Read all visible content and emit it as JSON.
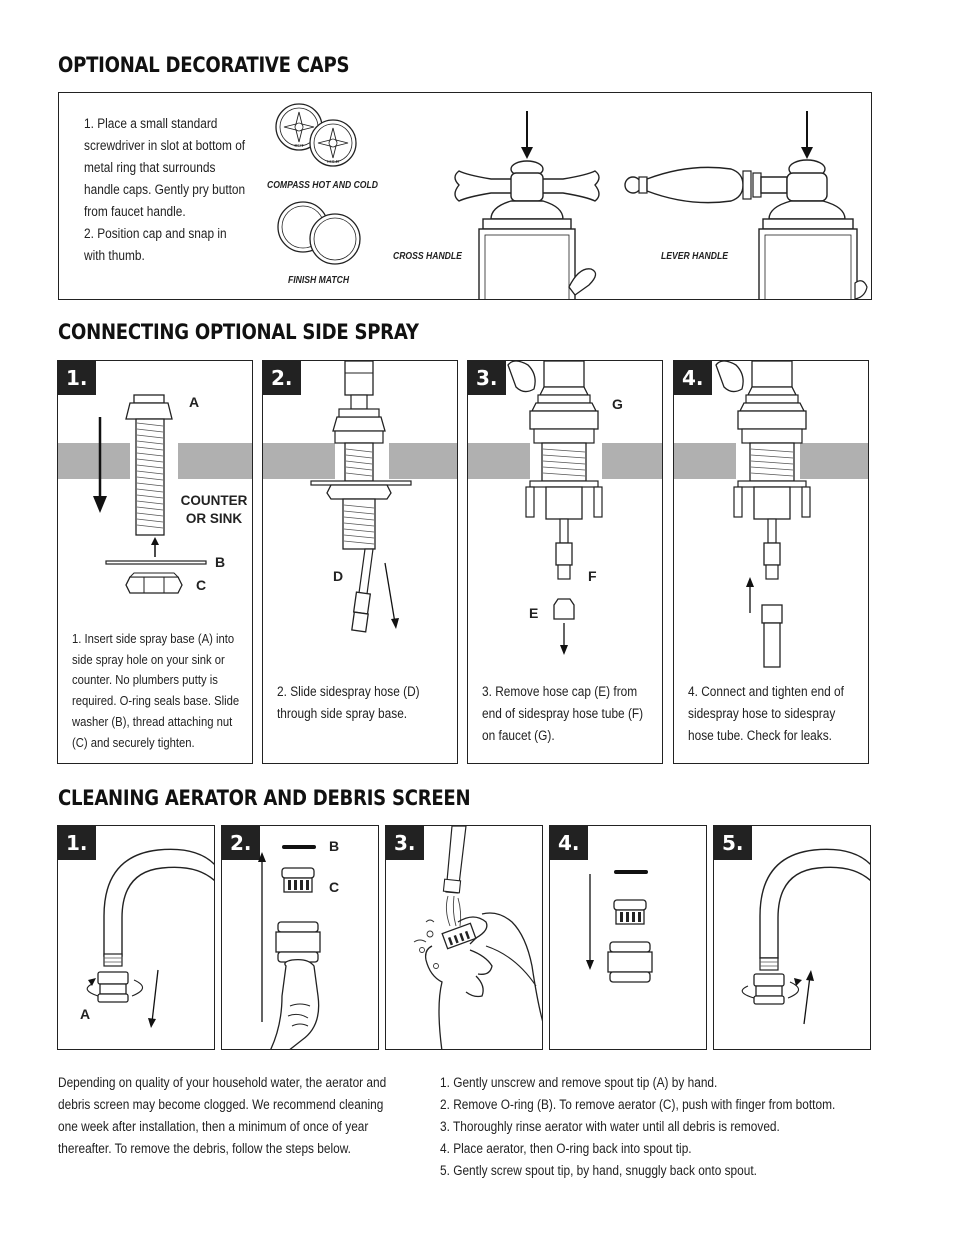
{
  "caps": {
    "heading": "OPTIONAL DECORATIVE CAPS",
    "instructions": "1. Place a small standard screwdriver in slot at bottom of metal ring that surrounds handle caps. Gently pry button from faucet handle.\n2. Position cap and snap in with thumb.",
    "compass_caption": "COMPASS HOT AND COLD",
    "finish_caption": "FINISH MATCH",
    "cap_hot_label": "HOT",
    "cap_cold_label": "COLD",
    "cross_caption": "CROSS HANDLE",
    "lever_caption": "LEVER HANDLE"
  },
  "side_spray": {
    "heading": "CONNECTING OPTIONAL SIDE SPRAY",
    "steps": [
      {
        "num": "1.",
        "text": "1. Insert side spray base (A) into side spray hole on your sink or counter. No plumbers putty is required. O-ring seals base. Slide washer (B), thread attaching nut (C) and securely tighten."
      },
      {
        "num": "2.",
        "text": "2. Slide sidespray hose (D) through side spray base."
      },
      {
        "num": "3.",
        "text": "3. Remove hose cap (E) from end of sidespray hose tube (F) on faucet (G)."
      },
      {
        "num": "4.",
        "text": "4. Connect and tighten end of sidespray hose to sidespray hose tube. Check for leaks."
      }
    ],
    "labels": {
      "a": "A",
      "b": "B",
      "c": "C",
      "d": "D",
      "e": "E",
      "f": "F",
      "g": "G",
      "counter": "COUNTER\nOR SINK"
    }
  },
  "aerator": {
    "heading": "CLEANING AERATOR AND DEBRIS SCREEN",
    "steps": [
      "1.",
      "2.",
      "3.",
      "4.",
      "5."
    ],
    "labels": {
      "a": "A",
      "b": "B",
      "c": "C"
    },
    "intro": "Depending on quality of your household water, the aerator and debris screen may become clogged. We recommend cleaning one week after installation, then a minimum of once of year thereafter. To remove the debris, follow the steps below.",
    "instructions": [
      "1. Gently unscrew and remove spout tip (A) by hand.",
      "2. Remove O-ring (B). To remove aerator (C), push with finger from bottom.",
      "3. Thoroughly rinse aerator with water until all debris is removed.",
      "4. Place aerator, then O-ring back into spout tip.",
      "5. Gently screw spout tip, by hand, snuggly back onto spout."
    ]
  }
}
